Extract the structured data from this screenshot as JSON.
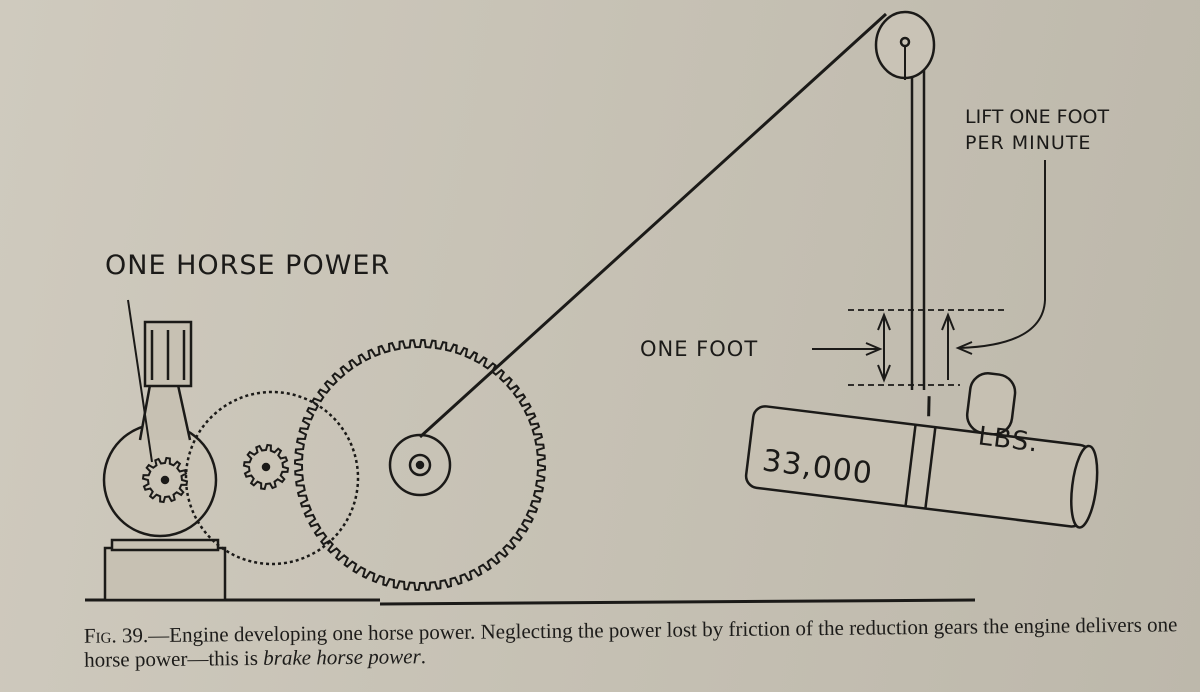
{
  "figure": {
    "labels": {
      "one_horse_power": "ONE HORSE POWER",
      "lift_line1": "LIFT ONE FOOT",
      "lift_line2": "PER MINUTE",
      "one_foot": "ONE FOOT",
      "weight_number": "33,000",
      "weight_unit": "LBS."
    },
    "caption": {
      "fig_number": "Fig. 39.",
      "text_part1": "—Engine developing one horse power. Neglecting the power lost by friction of the reduction gears the engine delivers one horse power—this is ",
      "text_italic": "brake horse power",
      "text_end": "."
    }
  }
}
